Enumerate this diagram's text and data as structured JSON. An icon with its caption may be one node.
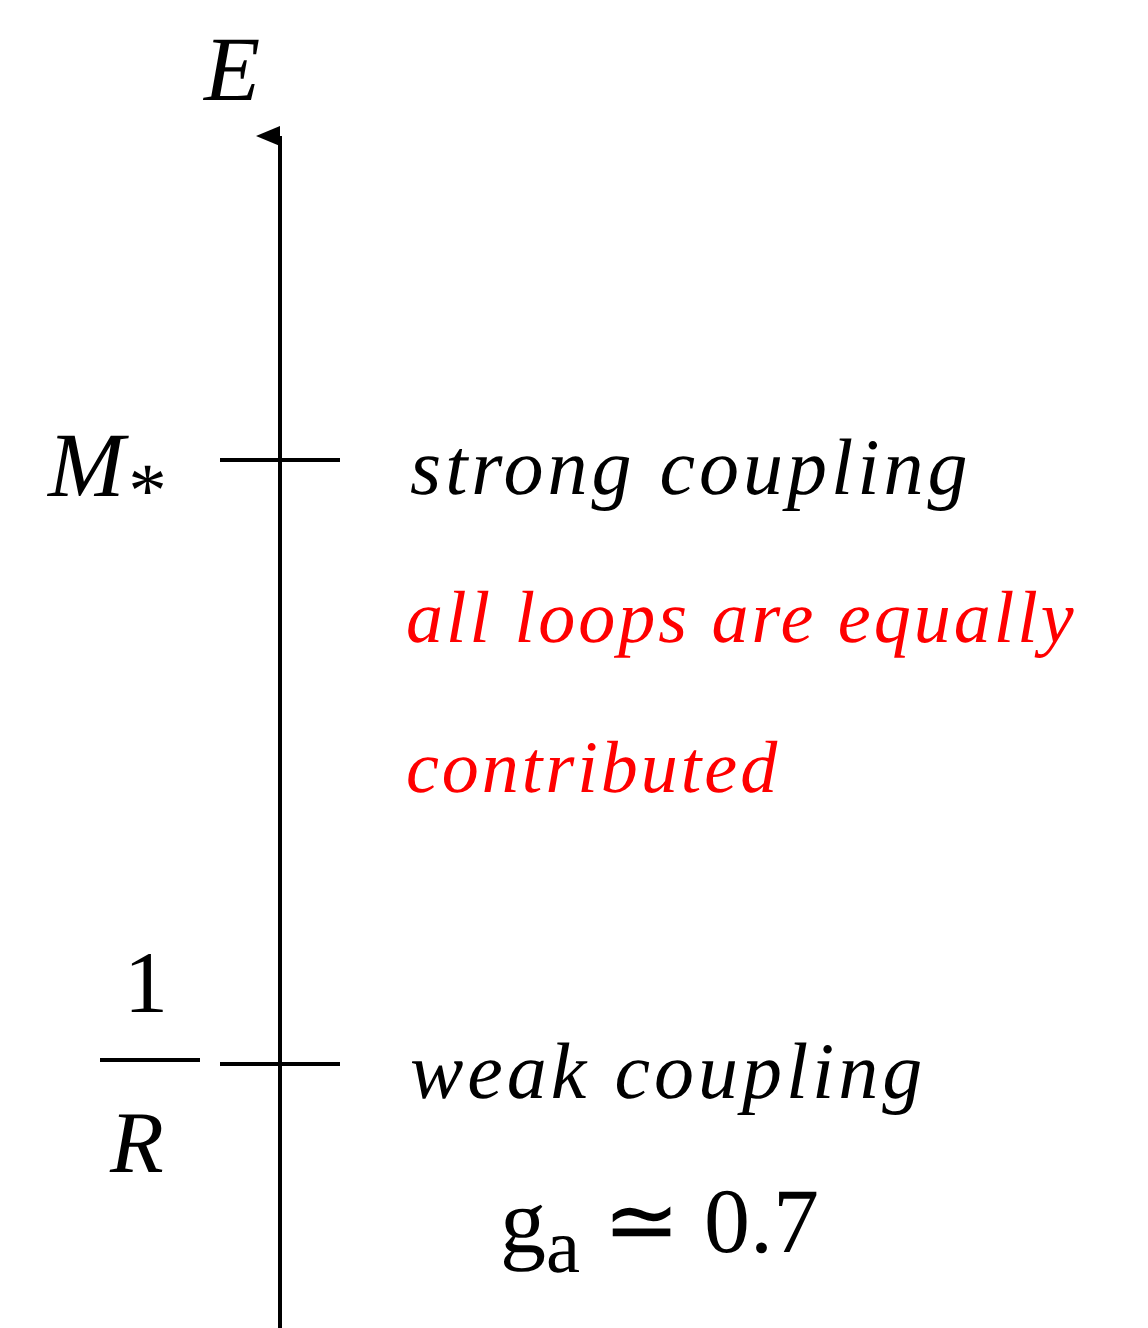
{
  "diagram": {
    "labels": [
      "E",
      "M$_{*}$",
      "strong coupling",
      "all loops are equally contributed",
      "1",
      "R",
      "weak coupling",
      "g$_{a}$ ≃ 0.7"
    ]
  }
}
